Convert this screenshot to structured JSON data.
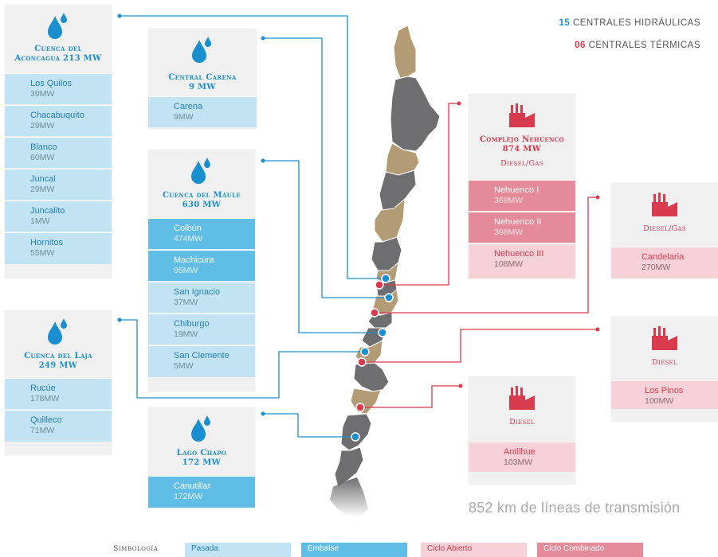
{
  "legend": {
    "hidro_count": "15",
    "hidro_label": "CENTRALES HIDRÁULICAS",
    "term_count": "06",
    "term_label": "CENTRALES TÉRMICAS"
  },
  "colors": {
    "hidro": "#1a8fcf",
    "term": "#d83a4e",
    "region_grey": "#6e6e70",
    "region_tan": "#b39b76"
  },
  "aconcagua": {
    "title1": "Cuenca del",
    "title2": "Aconcagua 213 MW",
    "rows": [
      {
        "name": "Los Quilos",
        "mw": "39MW"
      },
      {
        "name": "Chacabuquito",
        "mw": "29MW"
      },
      {
        "name": "Blanco",
        "mw": "60MW"
      },
      {
        "name": "Juncal",
        "mw": "29MW"
      },
      {
        "name": "Juncalito",
        "mw": "1MW"
      },
      {
        "name": "Hornitos",
        "mw": "55MW"
      }
    ]
  },
  "carena": {
    "title1": "Central Carena",
    "title2": "9 MW",
    "rows": [
      {
        "name": "Carena",
        "mw": "9MW"
      }
    ]
  },
  "maule": {
    "title1": "Cuenca del Maule",
    "title2": "630 MW",
    "rows": [
      {
        "name": "Colbún",
        "mw": "474MW"
      },
      {
        "name": "Machicura",
        "mw": "95MW"
      },
      {
        "name": "San Ignacio",
        "mw": "37MW"
      },
      {
        "name": "Chiburgo",
        "mw": "19MW"
      },
      {
        "name": "San Clemente",
        "mw": "5MW"
      }
    ]
  },
  "laja": {
    "title1": "Cuenca del Laja",
    "title2": "249 MW",
    "rows": [
      {
        "name": "Rucúe",
        "mw": "178MW"
      },
      {
        "name": "Quilleco",
        "mw": "71MW"
      }
    ]
  },
  "chapo": {
    "title1": "Lago Chapo",
    "title2": "172 MW",
    "rows": [
      {
        "name": "Canutillar",
        "mw": "172MW"
      }
    ]
  },
  "nehuenco": {
    "title1": "Complejo Nehuenco",
    "title2": "874 MW",
    "fuel": "Diesel/Gas",
    "rows": [
      {
        "name": "Nehuenco I",
        "mw": "368MW"
      },
      {
        "name": "Nehuenco II",
        "mw": "398MW"
      },
      {
        "name": "Nehuenco III",
        "mw": "108MW"
      }
    ]
  },
  "candelaria": {
    "fuel": "Diesel/Gas",
    "rows": [
      {
        "name": "Candelaria",
        "mw": "270MW"
      }
    ]
  },
  "lospinos": {
    "fuel": "Diesel",
    "rows": [
      {
        "name": "Los Pinos",
        "mw": "100MW"
      }
    ]
  },
  "antilhue": {
    "fuel": "Diesel",
    "rows": [
      {
        "name": "Antilhue",
        "mw": "103MW"
      }
    ]
  },
  "transmission": "852 km de líneas de transmisión",
  "simbologia": {
    "label": "Simbología",
    "pasada": "Pasada",
    "embalse": "Embalse",
    "abierto": "Ciclo Abierto",
    "combinado": "Ciclo Combinado"
  }
}
